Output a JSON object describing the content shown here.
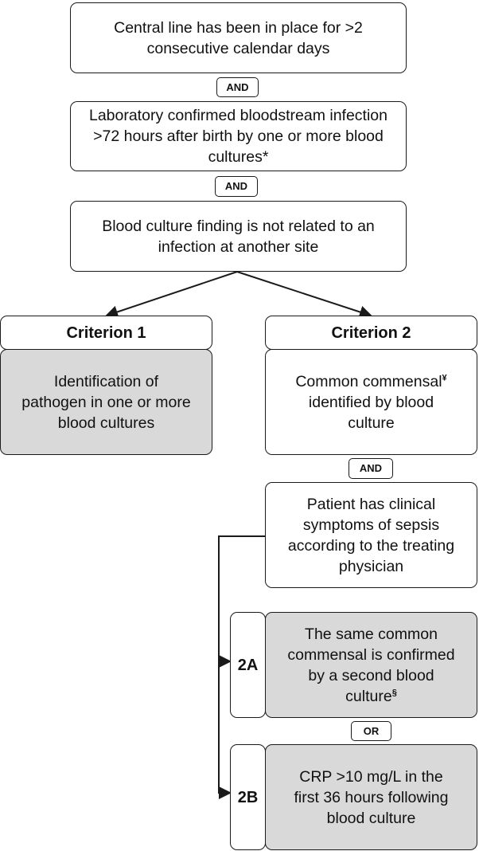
{
  "top_box": "Central line has been in place for >2 consecutive calendar days",
  "and_1": "AND",
  "lab_box": "Laboratory confirmed bloodstream infection >72 hours after birth by one or more blood cultures*",
  "and_2": "AND",
  "site_box": "Blood culture finding is not related to an infection at another site",
  "criterion_1": {
    "header": "Criterion 1",
    "text": "Identification of pathogen in one or more blood cultures"
  },
  "criterion_2": {
    "header": "Criterion 2",
    "text": "Common commensal",
    "text_sup": "¥",
    "text_rest": "identified by blood culture",
    "and": "AND",
    "symptoms": "Patient has clinical symptoms of sepsis according to the treating physician",
    "option_2a": {
      "label": "2A",
      "text": "The same common commensal is confirmed by a second blood culture",
      "sup": "§"
    },
    "or": "OR",
    "option_2b": {
      "label": "2B",
      "text": "CRP >10 mg/L in the first 36 hours following blood culture"
    }
  },
  "colors": {
    "border": "#1a1a1a",
    "grey_fill": "#d9d9d9"
  }
}
